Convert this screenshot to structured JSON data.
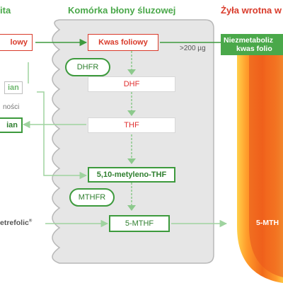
{
  "headers": {
    "left_fragment": "ita",
    "middle": "Komórka błony śluzowej",
    "right": "Żyła wrotna w"
  },
  "left_panel": {
    "box_red": "lowy",
    "label_1": "ian",
    "label_2": "ności",
    "box_green": "ian",
    "brand": "etrefolic"
  },
  "pathway": {
    "folic_acid": "Kwas foliowy",
    "dhf": "DHF",
    "thf": "THF",
    "methylene_thf": "5,10-metyleno-THF",
    "mthf": "5-MTHF"
  },
  "enzymes": {
    "dhfr": "DHFR",
    "mthfr": "MTHFR"
  },
  "dose_label": ">200 µg",
  "vein": {
    "unmetabolized_line1": "Niezmetaboliz",
    "unmetabolized_line2": "kwas folio",
    "mthf": "5-MTH"
  },
  "colors": {
    "cell_fill": "#e6e6e6",
    "cell_border": "#b8b8b8",
    "green": "#3d9a3d",
    "light_green": "#9fd39f",
    "red": "#d93b2b",
    "vein_orange": "#f26a1b"
  }
}
